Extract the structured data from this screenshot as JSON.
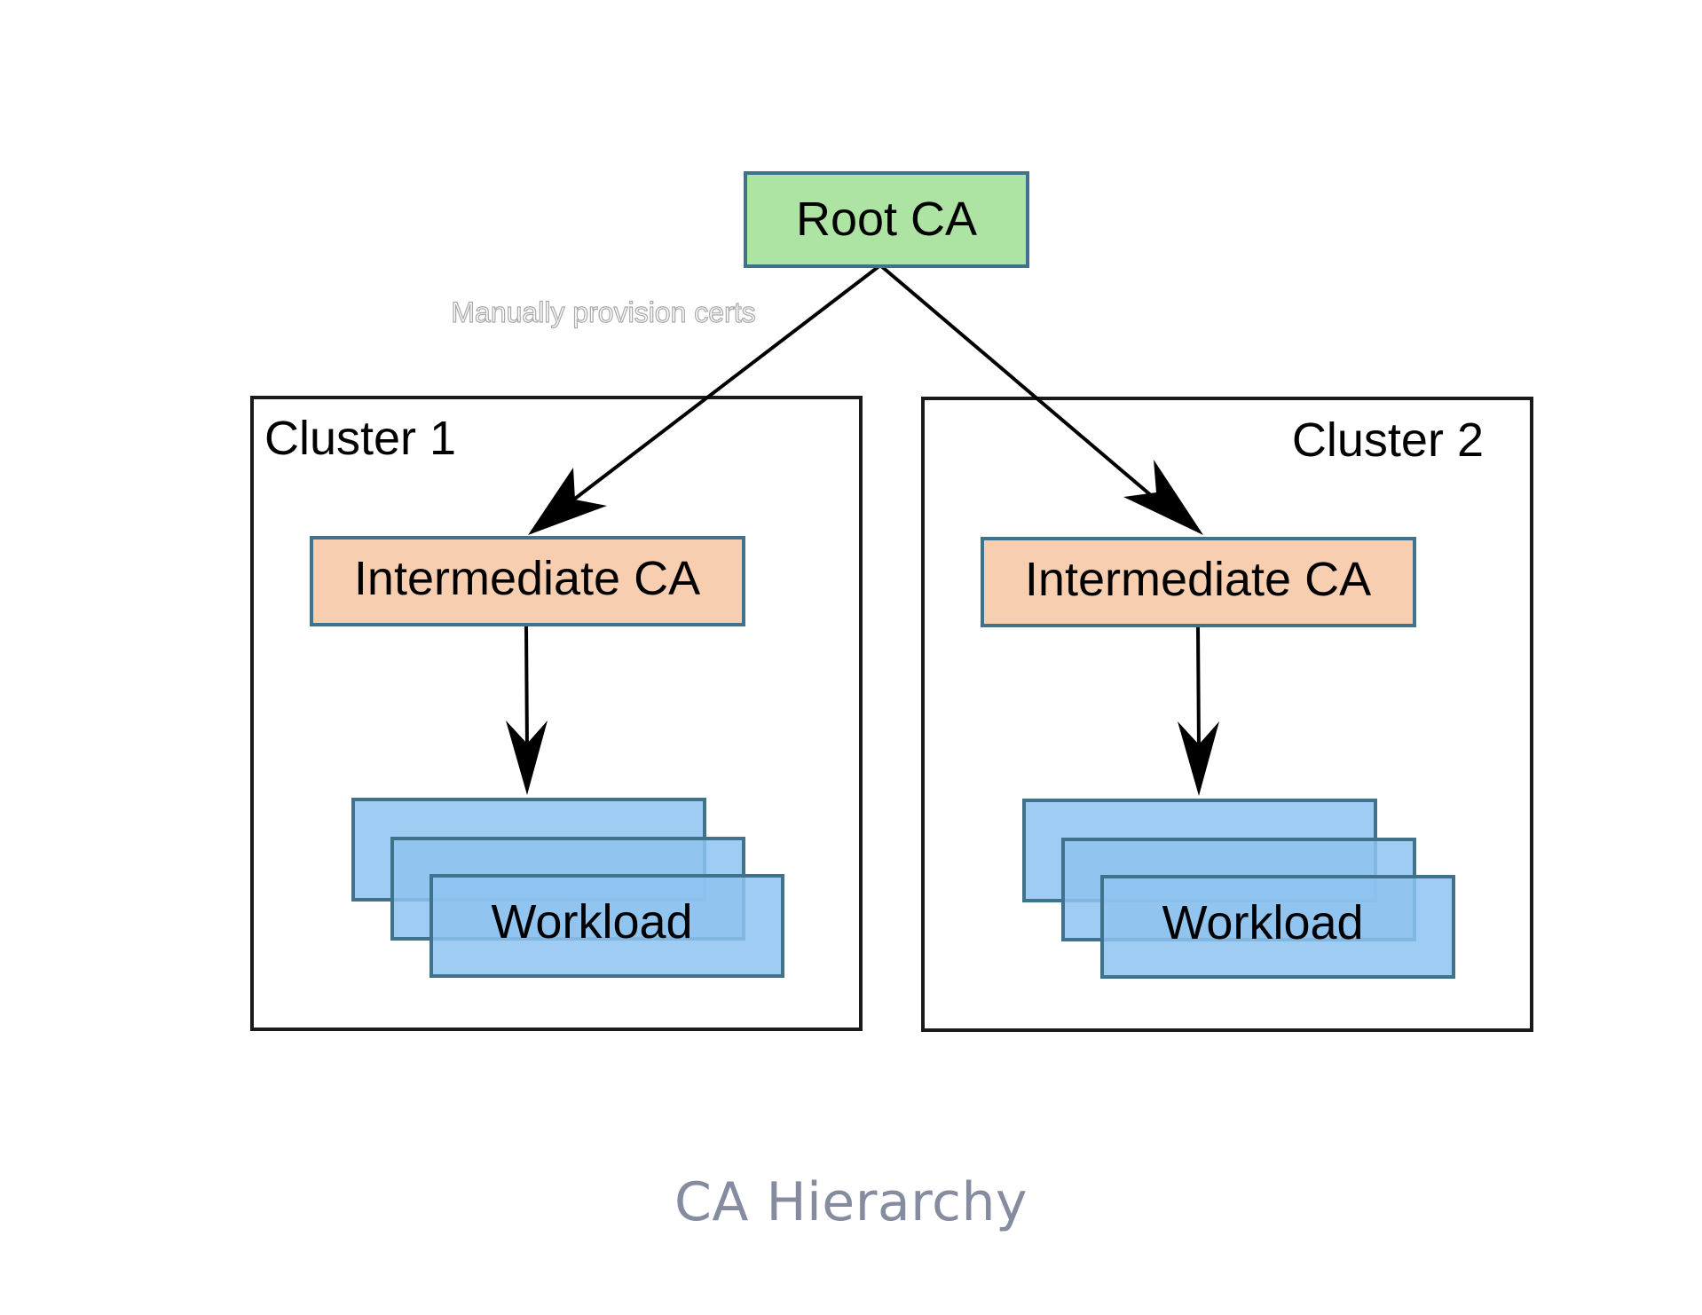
{
  "diagram": {
    "title": "CA Hierarchy",
    "root": {
      "label": "Root CA",
      "fill": "#aee4a3",
      "stroke": "#41728c"
    },
    "edge_label": "Manually provision certs",
    "clusters": [
      {
        "label": "Cluster 1",
        "intermediate": "Intermediate CA",
        "workload": "Workload"
      },
      {
        "label": "Cluster 2",
        "intermediate": "Intermediate CA",
        "workload": "Workload"
      }
    ],
    "colors": {
      "intermediate_fill": "#f7cfb0",
      "workload_fill": "#8ec3f0",
      "node_stroke": "#41728c",
      "cluster_stroke": "#1a1a1a",
      "caption": "#858ca0",
      "edge_label": "#a9a9a9"
    }
  }
}
